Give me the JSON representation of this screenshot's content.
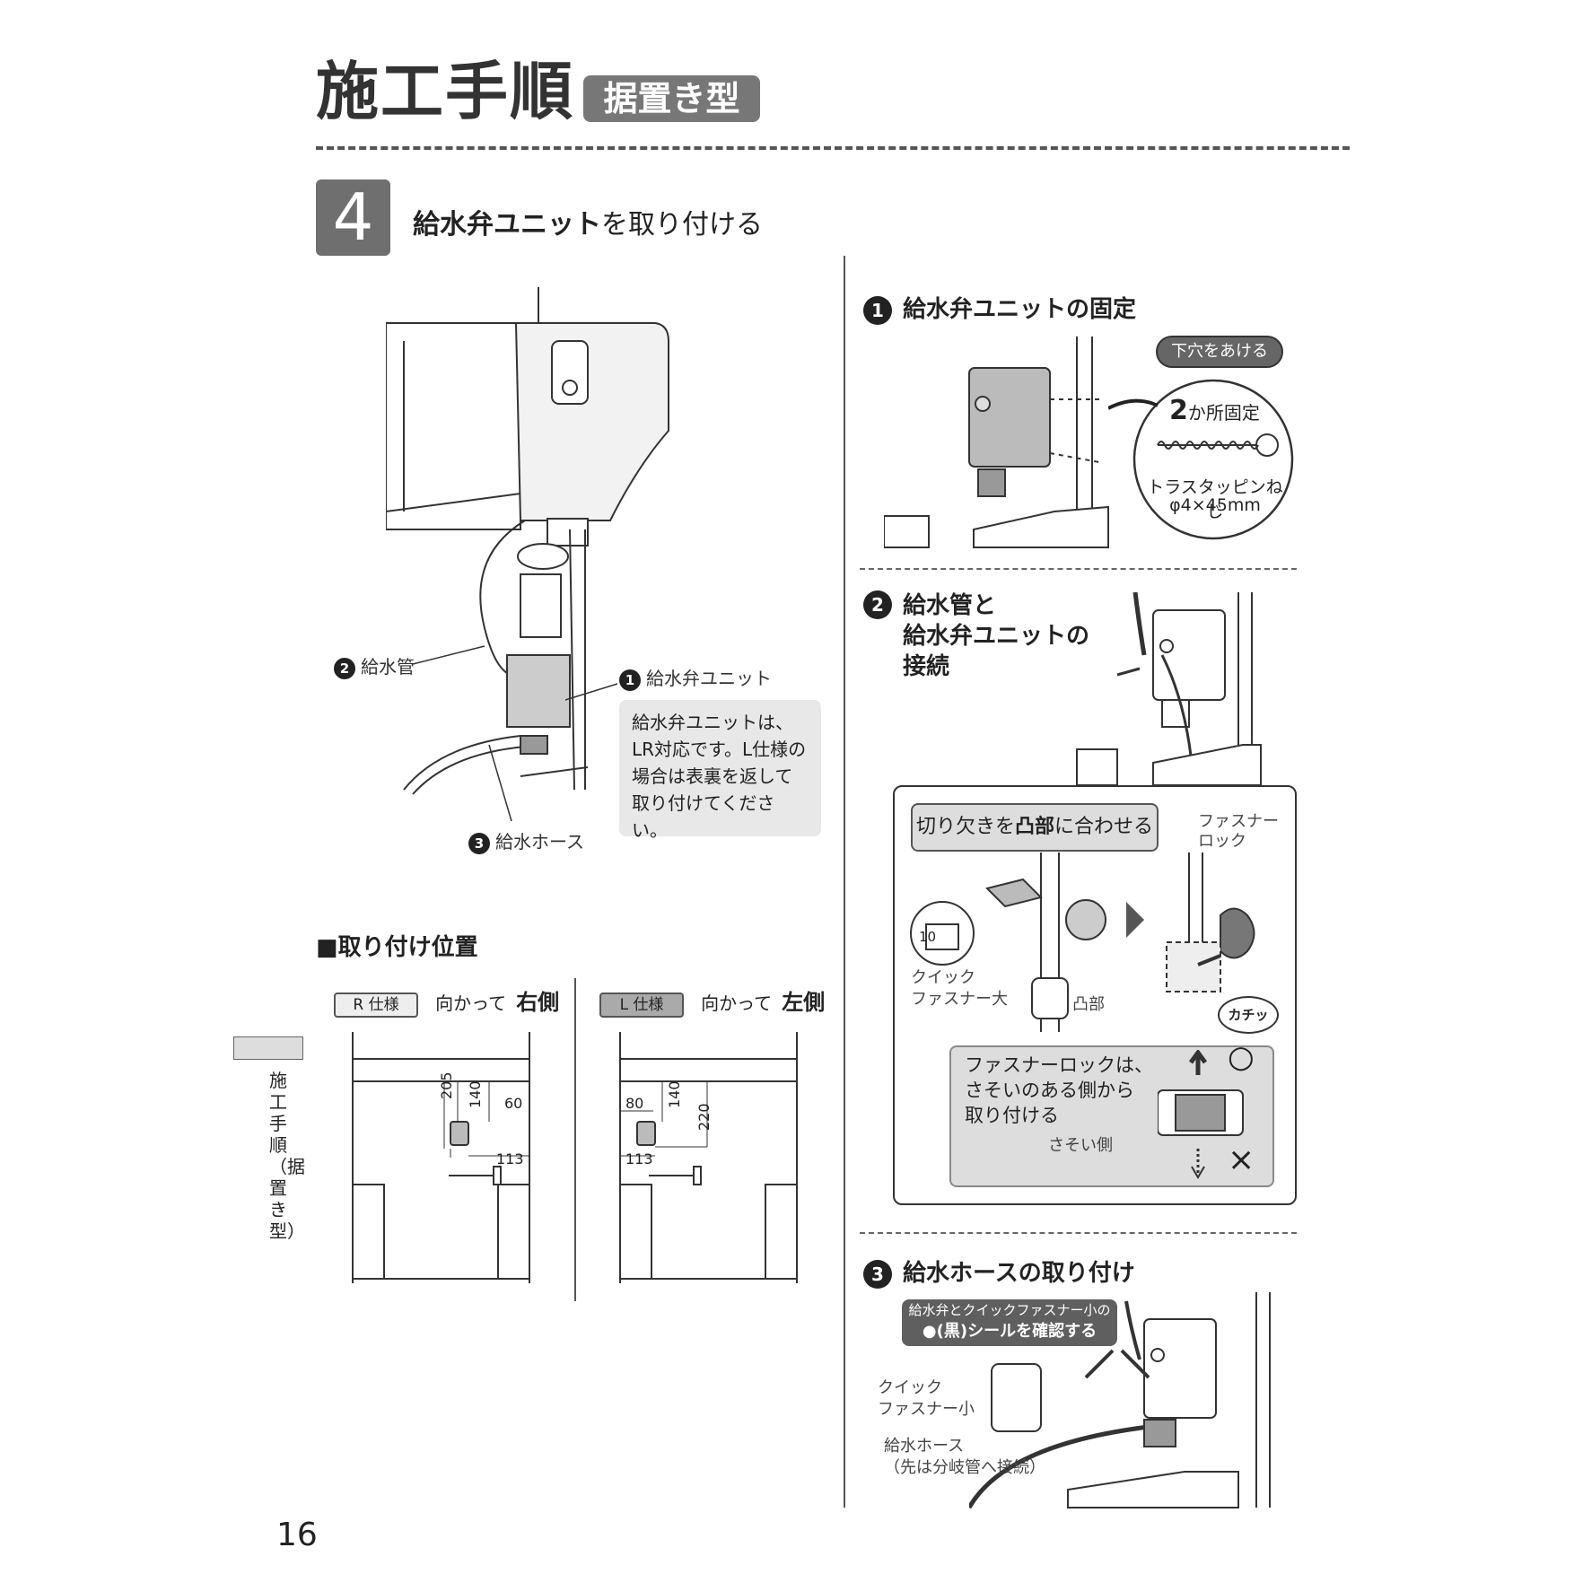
{
  "header": {
    "title": "施工手順",
    "type_badge": "据置き型"
  },
  "step": {
    "number": "4",
    "title_bold": "給水弁ユニット",
    "title_rest": "を取り付ける"
  },
  "overview": {
    "callouts": [
      {
        "num": "2",
        "label": "給水管"
      },
      {
        "num": "1",
        "label": "給水弁ユニット"
      },
      {
        "num": "3",
        "label": "給水ホース"
      }
    ],
    "note_lines": [
      "給水弁ユニットは、",
      "LR対応です。L仕様の",
      "場合は表裏を返して",
      "取り付けてください。"
    ]
  },
  "mount_position": {
    "heading": "■取り付け位置",
    "r_spec": {
      "badge": "R 仕様",
      "desc": "向かって",
      "side": "右側",
      "dims": [
        "205",
        "140",
        "60",
        "113"
      ]
    },
    "l_spec": {
      "badge": "L 仕様",
      "desc": "向かって",
      "side": "左側",
      "dims": [
        "80",
        "140",
        "220",
        "113"
      ]
    }
  },
  "substeps": {
    "s1": {
      "num": "1",
      "title": "給水弁ユニットの固定",
      "pill": "下穴をあける",
      "fix_count_big": "2",
      "fix_count_rest": "か所固定",
      "screw_name": "トラスタッピンねじ",
      "screw_size": "φ4×45mm"
    },
    "s2": {
      "num": "2",
      "title_lines": [
        "給水管と",
        "給水弁ユニットの",
        "接続"
      ],
      "callout_pre": "切り欠きを",
      "callout_bold": "凸部",
      "callout_post": "に合わせる",
      "fastener_lock_lines": [
        "ファスナー",
        "ロック"
      ],
      "quick_lines": [
        "クイック",
        "ファスナー大"
      ],
      "convex": "凸部",
      "click": "カチッ",
      "badge_num": "10",
      "note_lines": [
        "ファスナーロックは、",
        "さそいのある側から",
        "取り付ける"
      ],
      "sasoi": "さそい側",
      "ok_mark": "○",
      "ng_mark": "×"
    },
    "s3": {
      "num": "3",
      "title": "給水ホースの取り付け",
      "callout_line1": "給水弁とクイックファスナー小の",
      "callout_line2": "●(黒)シールを確認する",
      "quick_small_lines": [
        "クイック",
        "ファスナー小"
      ],
      "hose_lines": [
        "給水ホース",
        "（先は分岐管へ接続）"
      ]
    }
  },
  "side_tab": {
    "text": "施工手順（据置き型）"
  },
  "page_number": "16"
}
